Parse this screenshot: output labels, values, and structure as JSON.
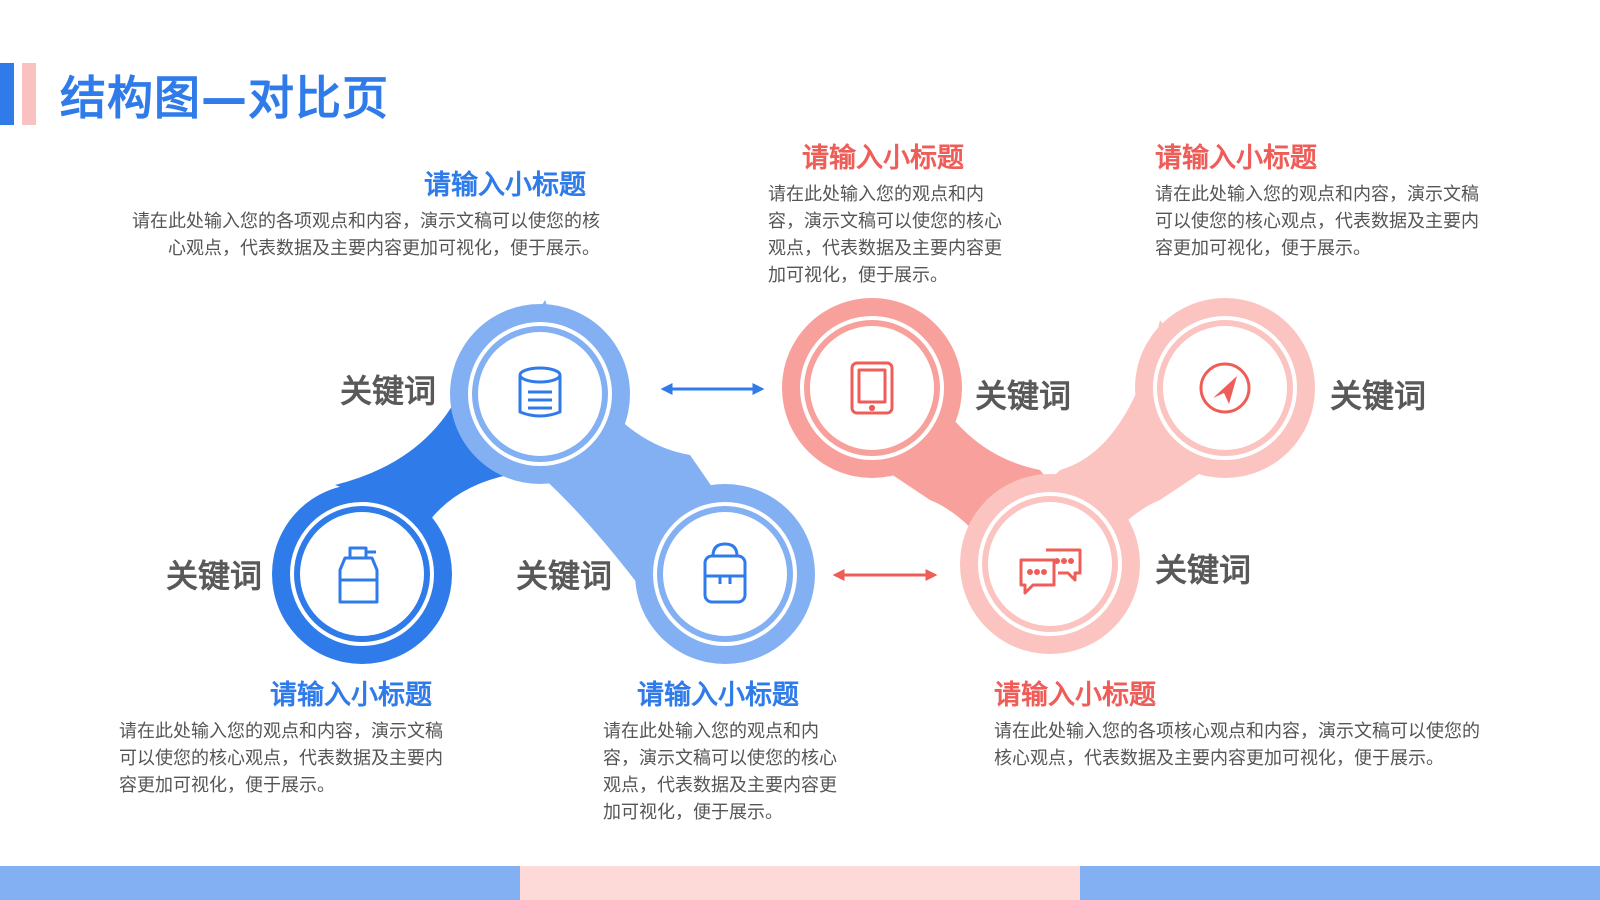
{
  "title": "结构图—对比页",
  "keyword": "关键词",
  "left_group": {
    "top": {
      "subtitle": "请输入小标题",
      "text": "请在此处输入您的各项观点和内容，演示文稿可以使您的核心观点，代表数据及主要内容更加可视化，便于展示。"
    },
    "bottom_left": {
      "subtitle": "请输入小标题",
      "text": "请在此处输入您的观点和内容，演示文稿可以使您的核心观点，代表数据及主要内容更加可视化，便于展示。"
    },
    "bottom_mid": {
      "subtitle": "请输入小标题",
      "text": "请在此处输入您的观点和内容，演示文稿可以使您的核心观点，代表数据及主要内容更加可视化，便于展示。"
    }
  },
  "right_group": {
    "top_left": {
      "subtitle": "请输入小标题",
      "text": "请在此处输入您的观点和内容，演示文稿可以使您的核心观点，代表数据及主要内容更加可视化，便于展示。"
    },
    "top_right": {
      "subtitle": "请输入小标题",
      "text": "请在此处输入您的观点和内容，演示文稿可以使您的核心观点，代表数据及主要内容更加可视化，便于展示。"
    },
    "bottom": {
      "subtitle": "请输入小标题",
      "text": "请在此处输入您的各项核心观点和内容，演示文稿可以使您的核心观点，代表数据及主要内容更加可视化，便于展示。"
    }
  },
  "icons": [
    "database-icon",
    "tablet-icon",
    "navigation-icon",
    "bottle-icon",
    "backpack-icon",
    "chat-icon"
  ],
  "colors": {
    "blue_dark": "#2f7bea",
    "blue_light": "#82b0f3",
    "red_dark": "#ef5d58",
    "red_light": "#fbc4c1",
    "bar_pink": "#fdd9d7"
  }
}
